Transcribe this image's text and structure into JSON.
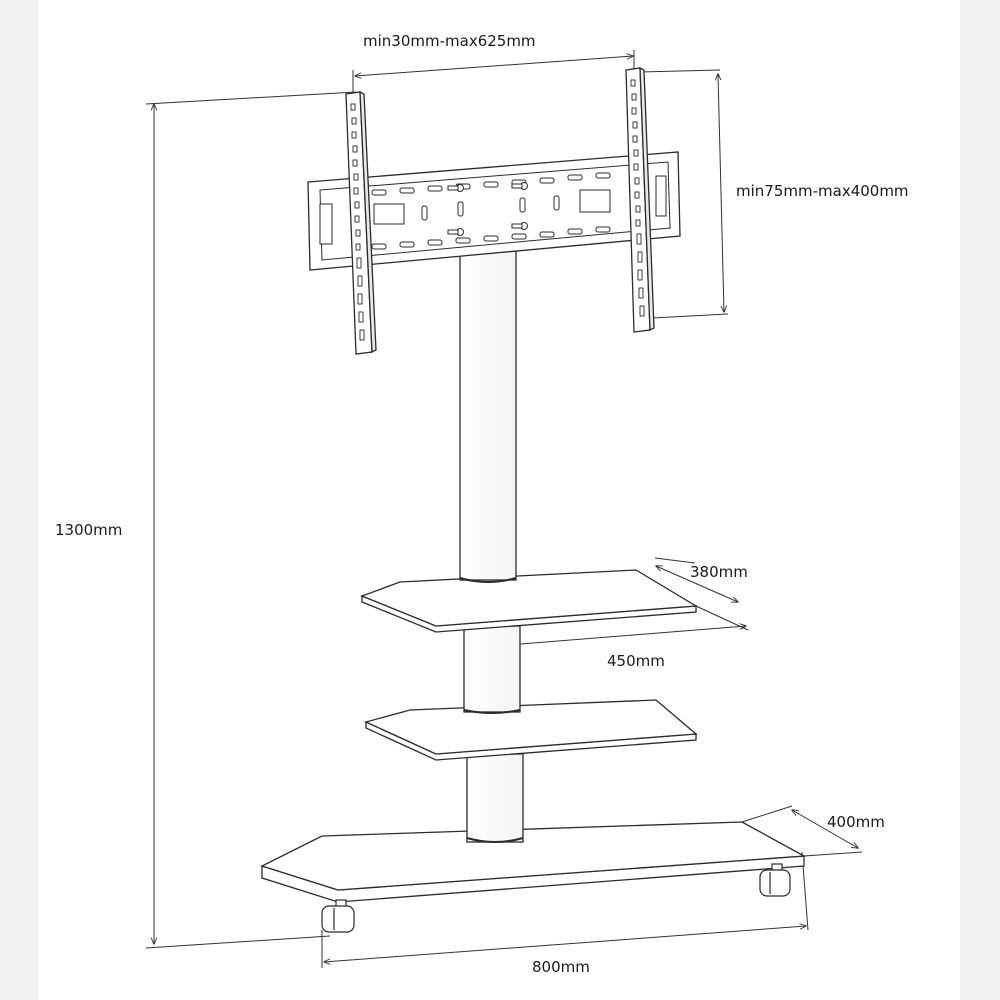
{
  "dimensions": {
    "bracket_width": "min30mm-max625mm",
    "bracket_height": "min75mm-max400mm",
    "total_height": "1300mm",
    "shelf_depth": "380mm",
    "shelf_width": "450mm",
    "base_depth": "400mm",
    "base_width": "800mm"
  },
  "colors": {
    "line": "#2b2b2b",
    "dimension_line": "#333333",
    "background": "#ffffff",
    "page_margin": "#f2f2f2"
  }
}
